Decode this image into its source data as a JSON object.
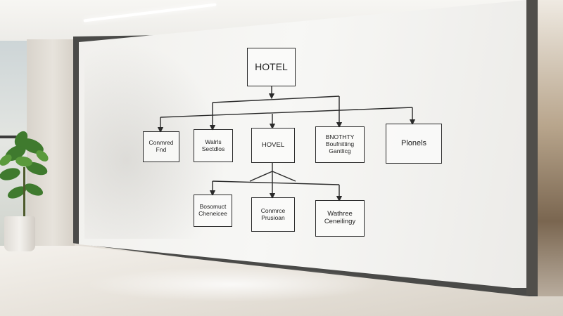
{
  "org_chart": {
    "root": "HOTEL",
    "level2": [
      "Conmred\nFnd",
      "Walrls\nSectdlos",
      "HOVEL",
      "BNOTHTY\nBoufnitting\nGantlicg",
      "Plonels"
    ],
    "level3": [
      "Bosomuct\nCheneicee",
      "Conmrce\nPrusioan",
      "Wathree\nCeneilingy"
    ]
  },
  "colors": {
    "wall": "#f4f3f1",
    "frame": "#4a4a48",
    "line": "#2a2a2a"
  },
  "icons": [
    "potted-plant-icon"
  ]
}
